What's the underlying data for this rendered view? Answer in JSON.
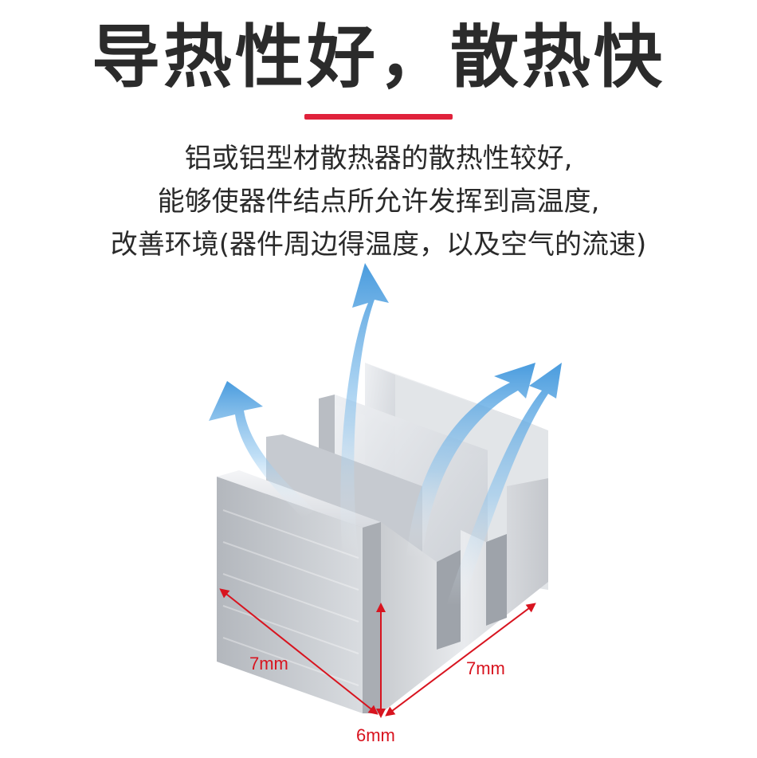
{
  "headline": "导热性好，散热快",
  "description": [
    "铝或铝型材散热器的散热性较好,",
    "能够使器件结点所允许发挥到高温度,",
    "改善环境(器件周边得温度，以及空气的流速)"
  ],
  "dimensions": {
    "left": "7mm",
    "right": "7mm",
    "bottom": "6mm"
  },
  "colors": {
    "accent": "#e0223b",
    "dimension": "#d8141f",
    "text": "#2b2b2b",
    "airflow": "#5aa9e6"
  }
}
